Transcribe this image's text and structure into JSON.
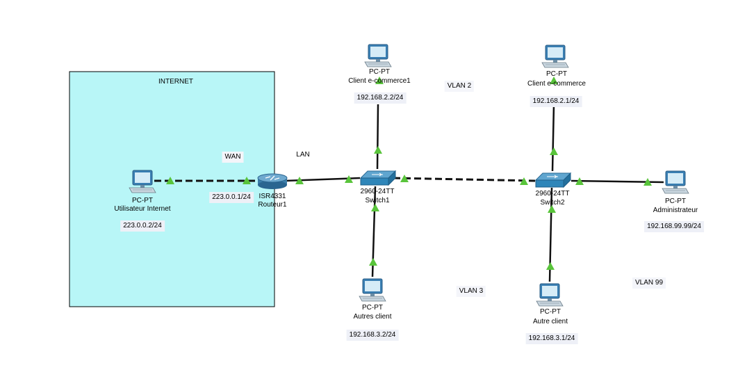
{
  "colors": {
    "internet_fill": "#b8f6f7",
    "link": "#111111",
    "port_up": "#59c43b",
    "label_bg": "#eef0f7"
  },
  "internet": {
    "title": "INTERNET"
  },
  "notes": {
    "wan": "WAN",
    "lan": "LAN",
    "vlan2": "VLAN 2",
    "vlan3": "VLAN 3",
    "vlan99": "VLAN 99"
  },
  "devices": {
    "pc_internet": {
      "icon": "pc-icon",
      "model": "PC-PT",
      "name": "Utilisateur Internet",
      "ip": "223.0.0.2/24"
    },
    "router1": {
      "icon": "router-icon",
      "model": "ISR4331",
      "name": "Routeur1",
      "ip": "223.0.0.1/24"
    },
    "switch1": {
      "icon": "switch-icon",
      "model": "2960-24TT",
      "name": "Switch1"
    },
    "switch2": {
      "icon": "switch-icon",
      "model": "2960-24TT",
      "name": "Switch2"
    },
    "pc_ecom1": {
      "icon": "pc-icon",
      "model": "PC-PT",
      "name": "Client e-commerce1",
      "ip": "192.168.2.2/24"
    },
    "pc_ecom": {
      "icon": "pc-icon",
      "model": "PC-PT",
      "name": "Client e-commerce",
      "ip": "192.168.2.1/24"
    },
    "pc_autres": {
      "icon": "pc-icon",
      "model": "PC-PT",
      "name": "Autres client",
      "ip": "192.168.3.2/24"
    },
    "pc_autre": {
      "icon": "pc-icon",
      "model": "PC-PT",
      "name": "Autre client",
      "ip": "192.168.3.1/24"
    },
    "pc_admin": {
      "icon": "pc-icon",
      "model": "PC-PT",
      "name": "Administrateur",
      "ip": "192.168.99.99/24"
    }
  },
  "links": [
    {
      "from": "pc_internet",
      "to": "router1",
      "style": "dashed"
    },
    {
      "from": "router1",
      "to": "switch1",
      "style": "solid"
    },
    {
      "from": "switch1",
      "to": "switch2",
      "style": "dashed"
    },
    {
      "from": "pc_ecom1",
      "to": "switch1",
      "style": "solid"
    },
    {
      "from": "pc_autres",
      "to": "switch1",
      "style": "solid"
    },
    {
      "from": "pc_ecom",
      "to": "switch2",
      "style": "solid"
    },
    {
      "from": "pc_autre",
      "to": "switch2",
      "style": "solid"
    },
    {
      "from": "switch2",
      "to": "pc_admin",
      "style": "solid"
    }
  ]
}
